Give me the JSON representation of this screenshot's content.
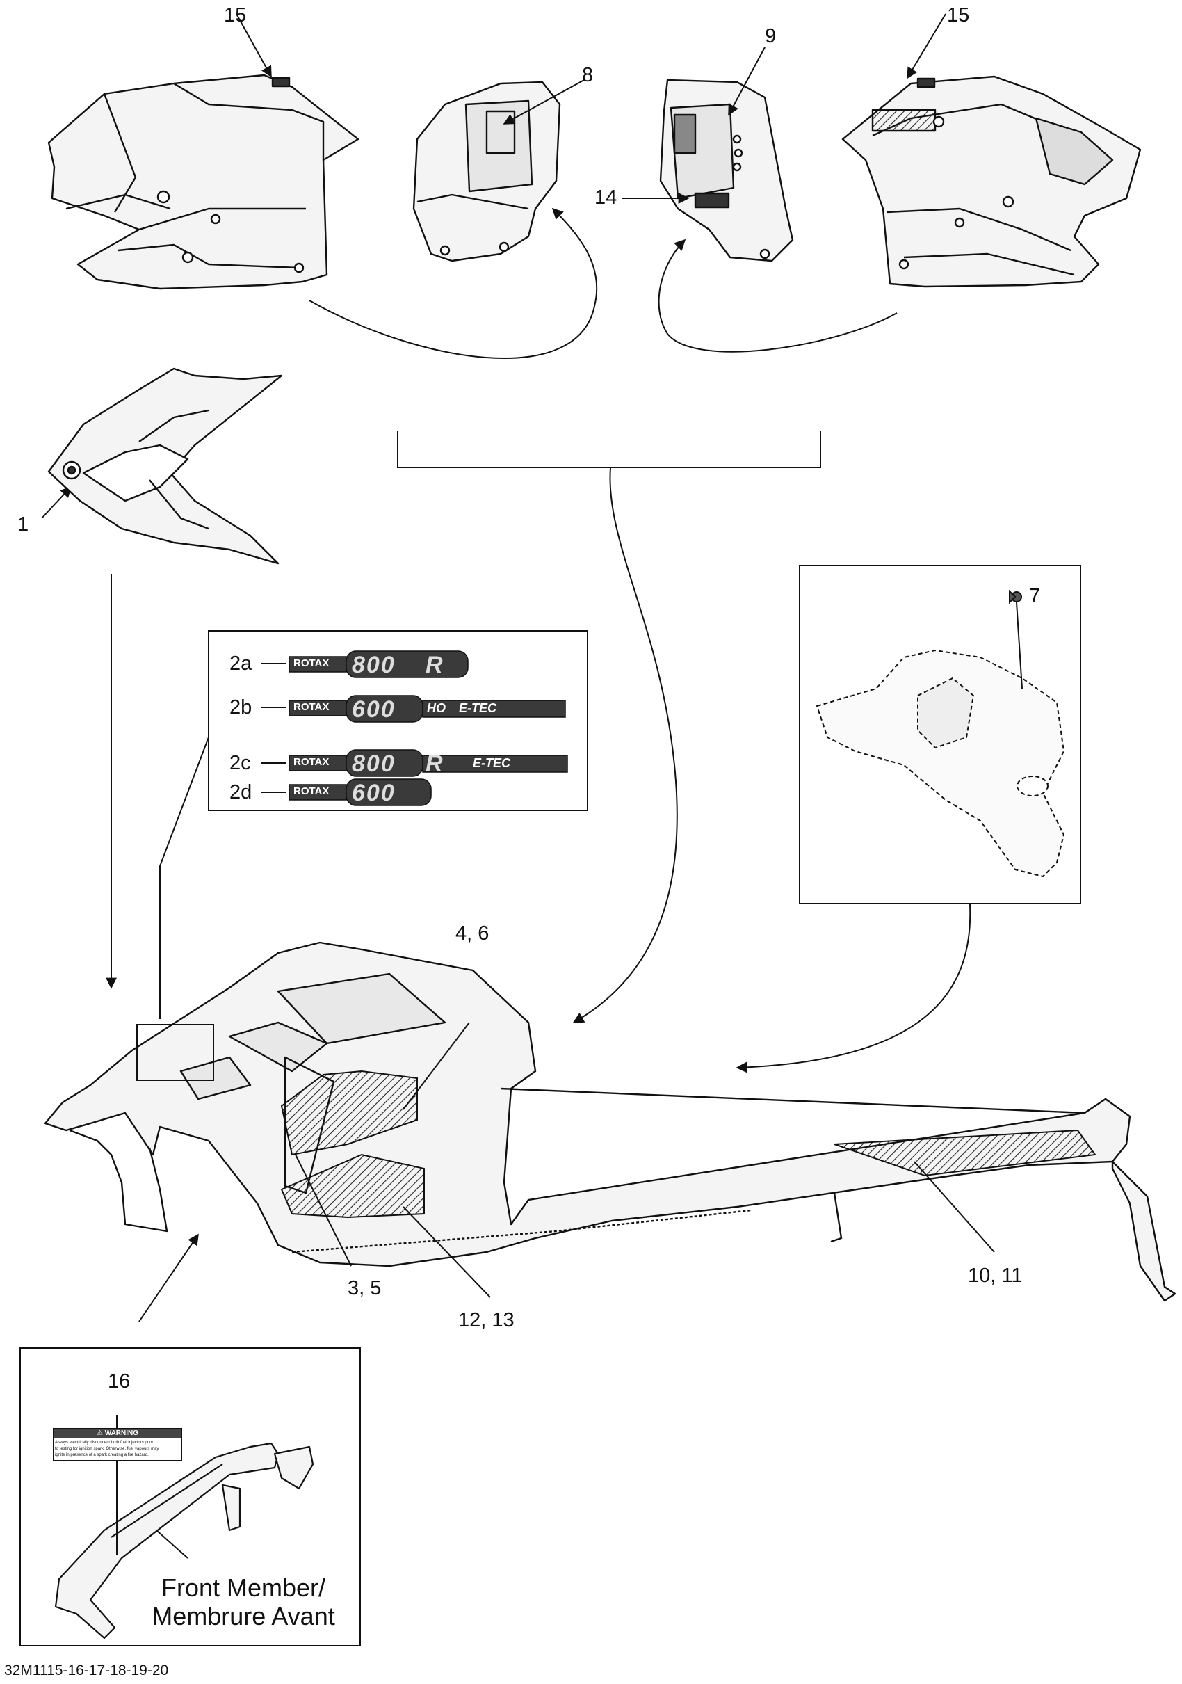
{
  "callouts": {
    "c15_left": "15",
    "c8": "8",
    "c9": "9",
    "c15_right": "15",
    "c14": "14",
    "c1": "1",
    "c7": "7",
    "c4_6": "4, 6",
    "c3_5": "3, 5",
    "c12_13": "12, 13",
    "c10_11": "10, 11",
    "c16": "16"
  },
  "decals": [
    {
      "ref": "2a",
      "brand": "ROTAX",
      "model": "800",
      "suffix": "R",
      "extra": ""
    },
    {
      "ref": "2b",
      "brand": "ROTAX",
      "model": "600",
      "suffix": "HO",
      "extra": "E-TEC"
    },
    {
      "ref": "2c",
      "brand": "ROTAX",
      "model": "800",
      "suffix": "R",
      "extra": "E-TEC"
    },
    {
      "ref": "2d",
      "brand": "ROTAX",
      "model": "600",
      "suffix": "",
      "extra": ""
    }
  ],
  "warning_label": {
    "title": "WARNING",
    "text_line1": "Always electrically disconnect both fuel injectors prior",
    "text_line2": "to testing for ignition spark. Otherwise, fuel vapours may",
    "text_line3": "ignite in presence of a spark creating a fire hazard."
  },
  "front_member_caption": {
    "line1": "Front Member/",
    "line2": "Membrure Avant"
  },
  "figure_code": "32M1115-16-17-18-19-20"
}
